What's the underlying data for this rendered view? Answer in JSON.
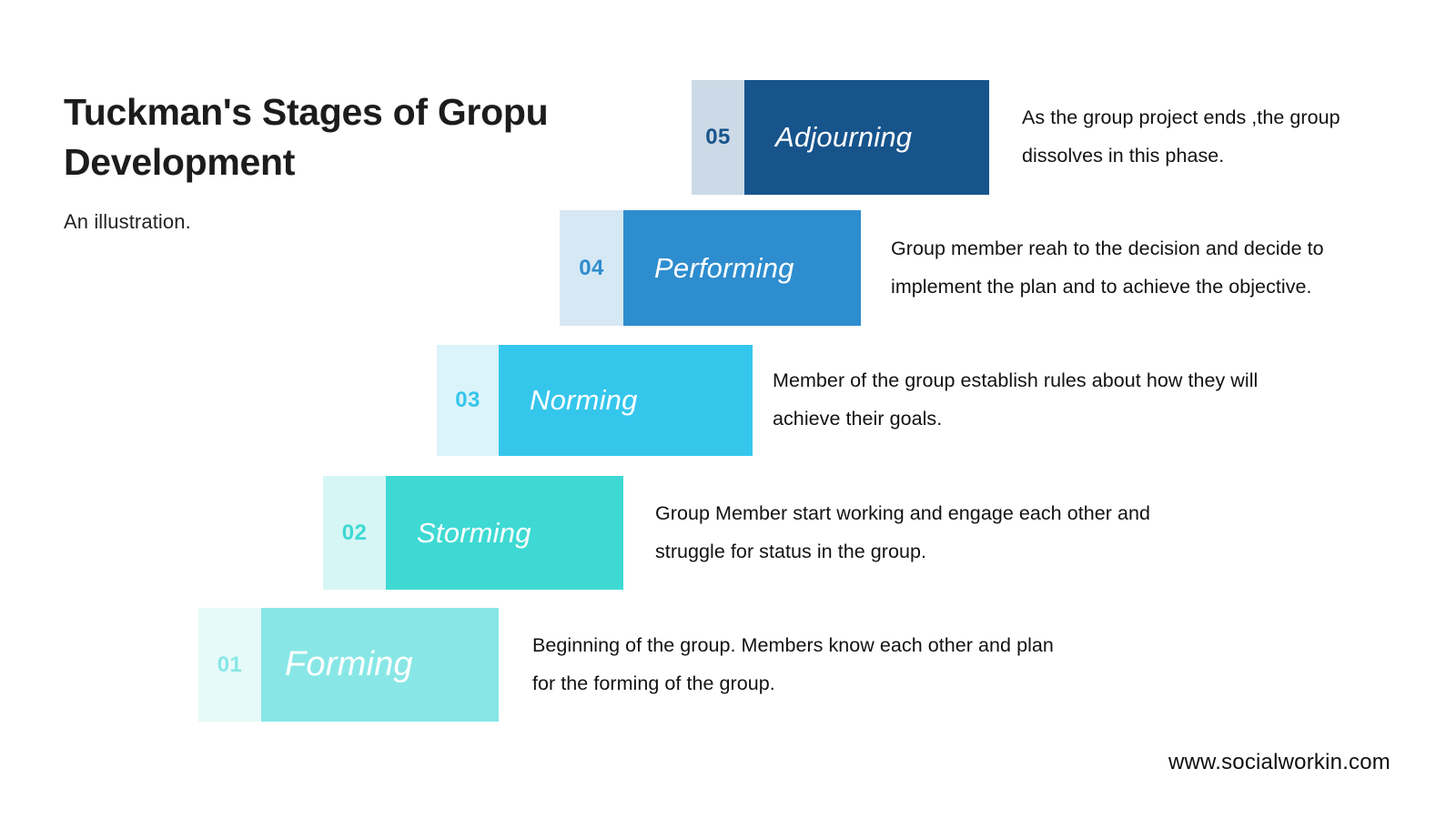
{
  "header": {
    "title": "Tuckman's Stages of Gropu Development",
    "subtitle": "An illustration."
  },
  "footer": {
    "url": "www.socialworkin.com"
  },
  "colors": {
    "stage_05_bar": "#17548C",
    "stage_05_number_block": "#CCD9E6",
    "stage_05_number_text": "#17548C",
    "stage_04_bar": "#2E8DCE",
    "stage_04_number_block": "#D7E8F5",
    "stage_04_number_text": "#2E8DCE",
    "stage_03_bar": "#35C6EC",
    "stage_03_number_block": "#DBF3FA",
    "stage_03_number_text": "#35C6EC",
    "stage_02_bar": "#3ED9D3",
    "stage_02_number_block": "#D6F6F5",
    "stage_02_number_text": "#3ED9D3",
    "stage_01_bar": "#88E7E6",
    "stage_01_number_block": "#E6FAF9",
    "stage_01_number_text": "#88E7E6",
    "title_text": "#1c1c1c",
    "body_text": "#121212"
  },
  "chart_data": {
    "type": "bar",
    "title": "Tuckman's Stages of Gropu Development",
    "categories": [
      "Forming",
      "Storming",
      "Norming",
      "Performing",
      "Adjourning"
    ],
    "values": [
      1,
      2,
      3,
      4,
      5
    ],
    "xlabel": "",
    "ylabel": "",
    "legend": "none",
    "grid": false
  },
  "stages": [
    {
      "number": "05",
      "name": "Adjourning",
      "description": "As the group project ends ,the group dissolves in this phase."
    },
    {
      "number": "04",
      "name": "Performing",
      "description": "Group member reah to the decision and decide to implement the plan and to achieve the objective."
    },
    {
      "number": "03",
      "name": "Norming",
      "description": "Member of the group establish rules about how they will achieve their goals."
    },
    {
      "number": "02",
      "name": "Storming",
      "description": "Group Member start working and engage each other and struggle for status in the group."
    },
    {
      "number": "01",
      "name": "Forming",
      "description": "Beginning of the group. Members know each other and plan for the forming of the group."
    }
  ]
}
